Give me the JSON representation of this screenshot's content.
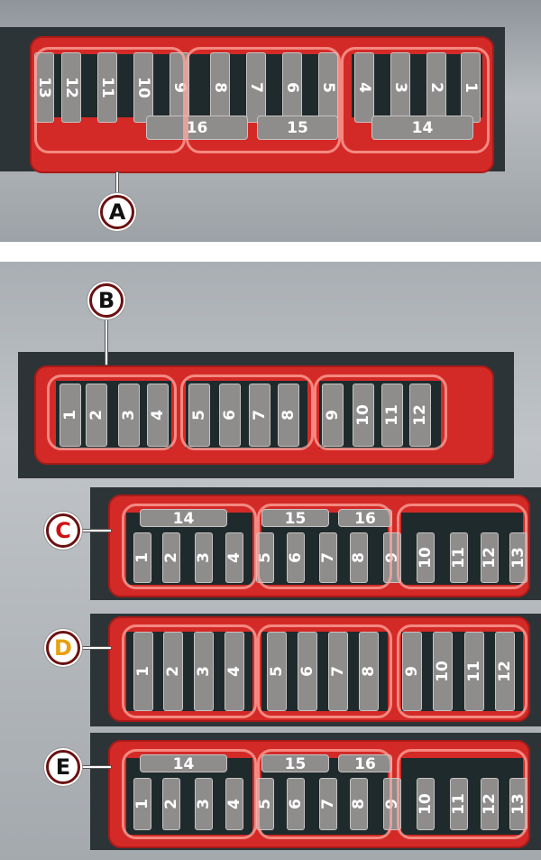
{
  "callouts": {
    "A": {
      "label": "A",
      "color": "#111111"
    },
    "B": {
      "label": "B",
      "color": "#111111"
    },
    "C": {
      "label": "C",
      "color": "#d01010"
    },
    "D": {
      "label": "D",
      "color": "#e8a010"
    },
    "E": {
      "label": "E",
      "color": "#111111"
    }
  },
  "fuse_blocks": {
    "A": {
      "small": [
        "13",
        "12",
        "11",
        "10",
        "9",
        "8",
        "7",
        "6",
        "5",
        "4",
        "3",
        "2",
        "1"
      ],
      "large": [
        "16",
        "15",
        "14"
      ]
    },
    "B": {
      "small": [
        "1",
        "2",
        "3",
        "4",
        "5",
        "6",
        "7",
        "8",
        "9",
        "10",
        "11",
        "12"
      ],
      "large": []
    },
    "C": {
      "small": [
        "1",
        "2",
        "3",
        "4",
        "5",
        "6",
        "7",
        "8",
        "9",
        "10",
        "11",
        "12",
        "13"
      ],
      "large": [
        "14",
        "15",
        "16"
      ]
    },
    "D": {
      "small": [
        "1",
        "2",
        "3",
        "4",
        "5",
        "6",
        "7",
        "8",
        "9",
        "10",
        "11",
        "12"
      ],
      "large": []
    },
    "E": {
      "small": [
        "1",
        "2",
        "3",
        "4",
        "5",
        "6",
        "7",
        "8",
        "9",
        "10",
        "11",
        "12",
        "13"
      ],
      "large": [
        "14",
        "15",
        "16"
      ]
    }
  }
}
